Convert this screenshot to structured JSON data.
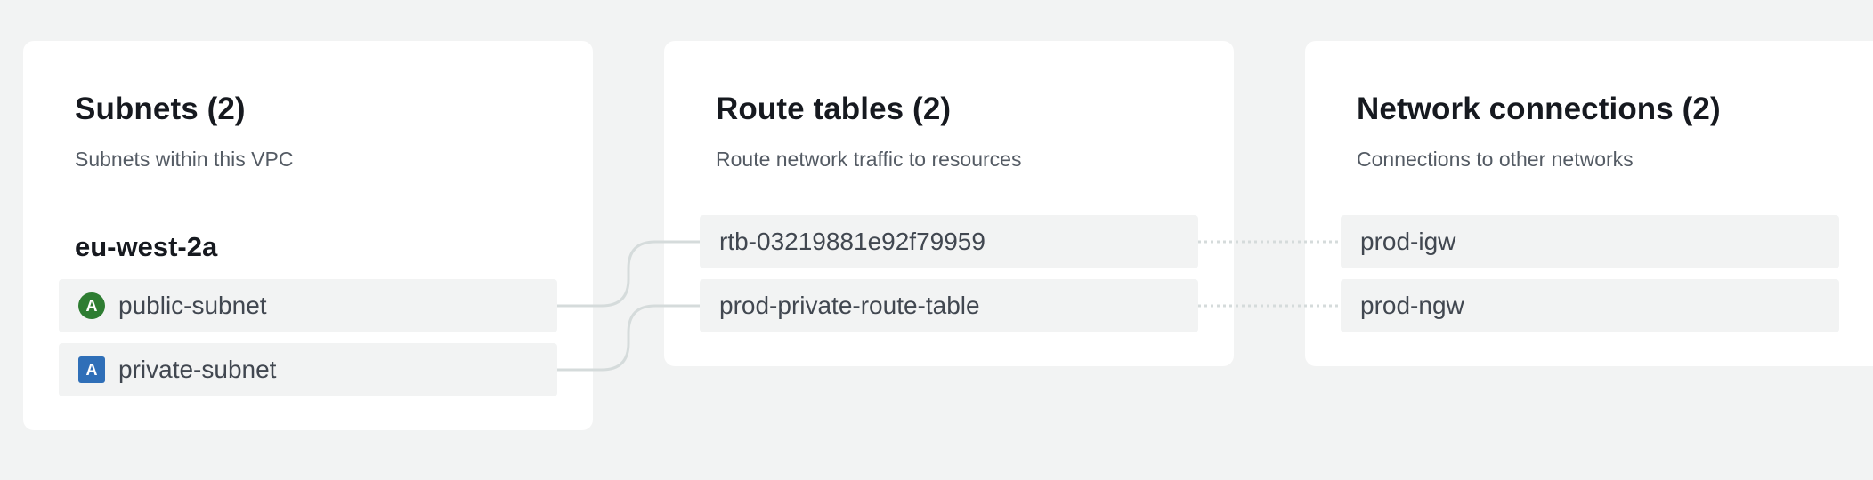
{
  "subnets_panel": {
    "title": "Subnets (2)",
    "description": "Subnets within this VPC",
    "availability_zone": "eu-west-2a",
    "items": [
      {
        "label": "public-subnet",
        "badge": "A",
        "type": "public",
        "color": "#2e7d32"
      },
      {
        "label": "private-subnet",
        "badge": "A",
        "type": "private",
        "color": "#2f6fb8"
      }
    ]
  },
  "route_tables_panel": {
    "title": "Route tables (2)",
    "description": "Route network traffic to resources",
    "items": [
      {
        "label": "rtb-03219881e92f79959"
      },
      {
        "label": "prod-private-route-table"
      }
    ]
  },
  "network_connections_panel": {
    "title": "Network connections (2)",
    "description": "Connections to other networks",
    "items": [
      {
        "label": "prod-igw"
      },
      {
        "label": "prod-ngw"
      }
    ]
  },
  "colors": {
    "page_background": "#f2f3f3",
    "panel_background": "#ffffff",
    "node_background": "#f2f3f3",
    "connector": "#d5dbdb"
  }
}
